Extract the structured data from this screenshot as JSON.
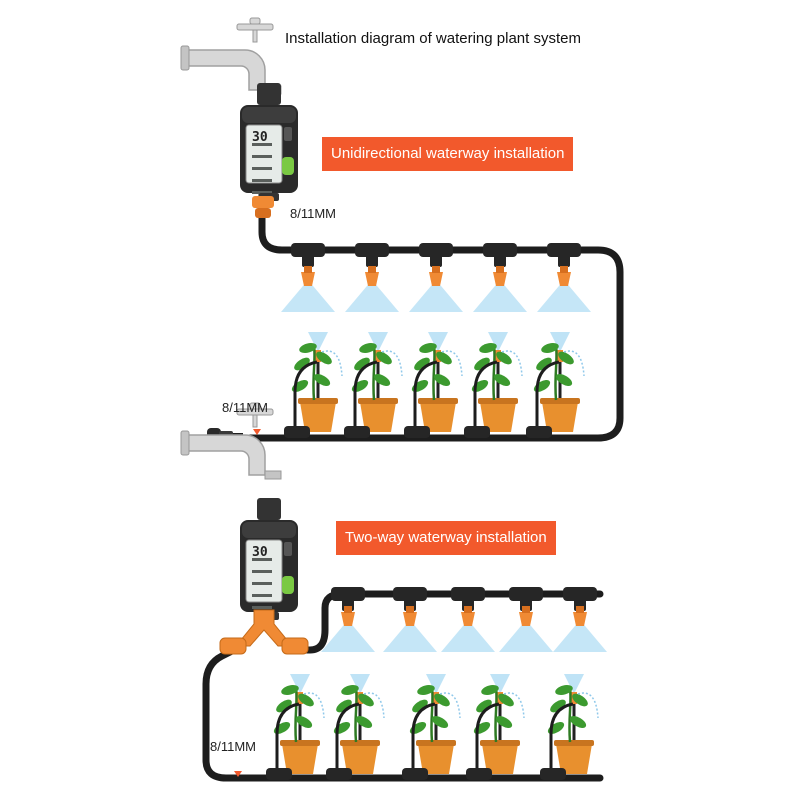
{
  "title": "Installation diagram of watering plant system",
  "sections": [
    {
      "banner": "Unidirectional waterway installation",
      "pipe_labels": [
        "8/11MM",
        "8/11MM"
      ]
    },
    {
      "banner": "Two-way waterway installation",
      "pipe_labels": [
        "8/11MM"
      ]
    }
  ],
  "timer_display": {
    "number": "30"
  },
  "colors": {
    "banner": "#f2592c",
    "pipe": "#1d1d1d",
    "fitting": "#f08a34",
    "spray": "#bfe3f6",
    "pot": "#e8902e",
    "leaf": "#3c9a2f",
    "timer_body": "#2a2a2a",
    "timer_screen": "#e6ebe8",
    "timer_button": "#7ac943",
    "faucet": "#d7d7d7"
  },
  "icons": [
    "faucet-icon",
    "timer-icon",
    "tee-connector-icon",
    "spray-nozzle-icon",
    "plant-pot-icon",
    "end-plug-icon",
    "y-splitter-icon",
    "flow-arrow-icon"
  ]
}
